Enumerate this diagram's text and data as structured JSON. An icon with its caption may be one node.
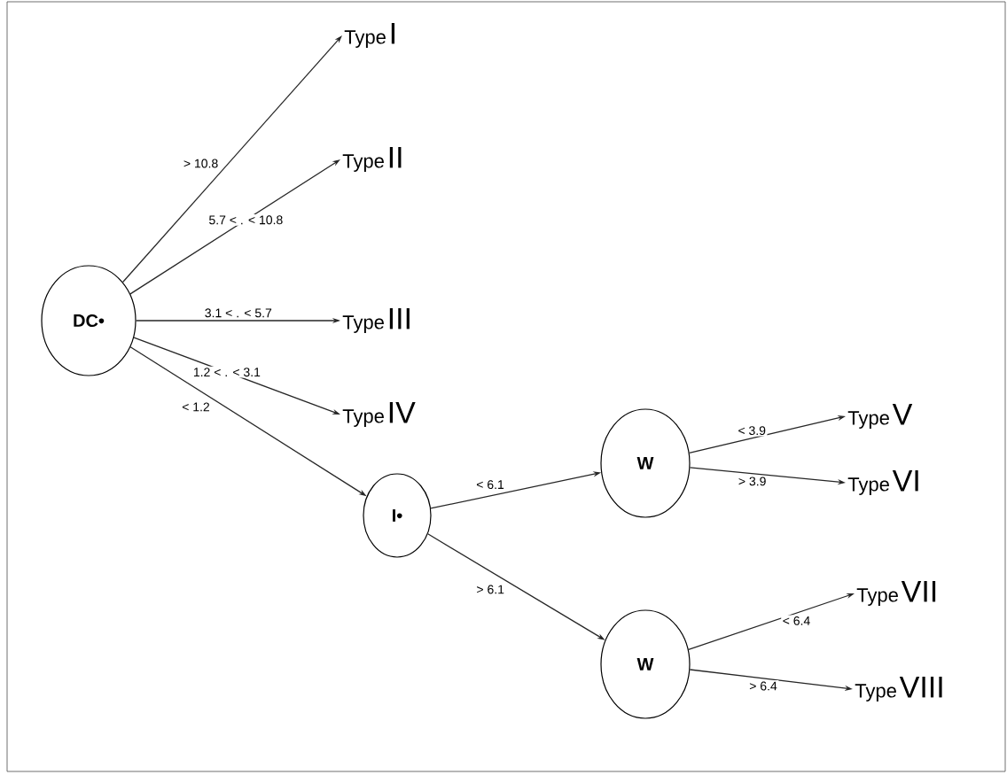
{
  "diagram": {
    "nodes": [
      {
        "text": [
          "DC•"
        ]
      },
      {
        "text": [
          "Type",
          "I"
        ]
      },
      {
        "text": [
          "Type",
          "II"
        ]
      },
      {
        "text": [
          "Type",
          "III"
        ]
      },
      {
        "text": [
          "Type",
          "IV"
        ]
      },
      {
        "text": [
          "I•"
        ]
      },
      {
        "text": [
          "W"
        ]
      },
      {
        "text": [
          "W"
        ]
      },
      {
        "text": [
          "Type",
          "V"
        ]
      },
      {
        "text": [
          "Type",
          "VI"
        ]
      },
      {
        "text": [
          "Type",
          "VII"
        ]
      },
      {
        "text": [
          "Type",
          "VIII"
        ]
      }
    ],
    "edges": [
      {
        "from": 0,
        "to": 1,
        "arrow": "to",
        "label": "> 10.8"
      },
      {
        "from": 0,
        "to": 2,
        "arrow": "to",
        "label": "5.7 < . < 10.8"
      },
      {
        "from": 0,
        "to": 3,
        "arrow": "to",
        "label": "3.1 < . < 5.7"
      },
      {
        "from": 0,
        "to": 4,
        "arrow": "to",
        "label": "1.2 < . < 3.1"
      },
      {
        "from": 0,
        "to": 5,
        "arrow": "to",
        "label": "< 1.2"
      },
      {
        "from": 5,
        "to": 6,
        "arrow": "to",
        "label": "< 6.1"
      },
      {
        "from": 5,
        "to": 7,
        "arrow": "to",
        "label": "> 6.1"
      },
      {
        "from": 6,
        "to": 8,
        "arrow": "to",
        "label": "< 3.9"
      },
      {
        "from": 6,
        "to": 9,
        "arrow": "to",
        "label": "> 3.9"
      },
      {
        "from": 7,
        "to": 10,
        "arrow": "to",
        "label": "< 6.4"
      },
      {
        "from": 7,
        "to": 11,
        "arrow": "to",
        "label": "> 6.4"
      }
    ]
  }
}
